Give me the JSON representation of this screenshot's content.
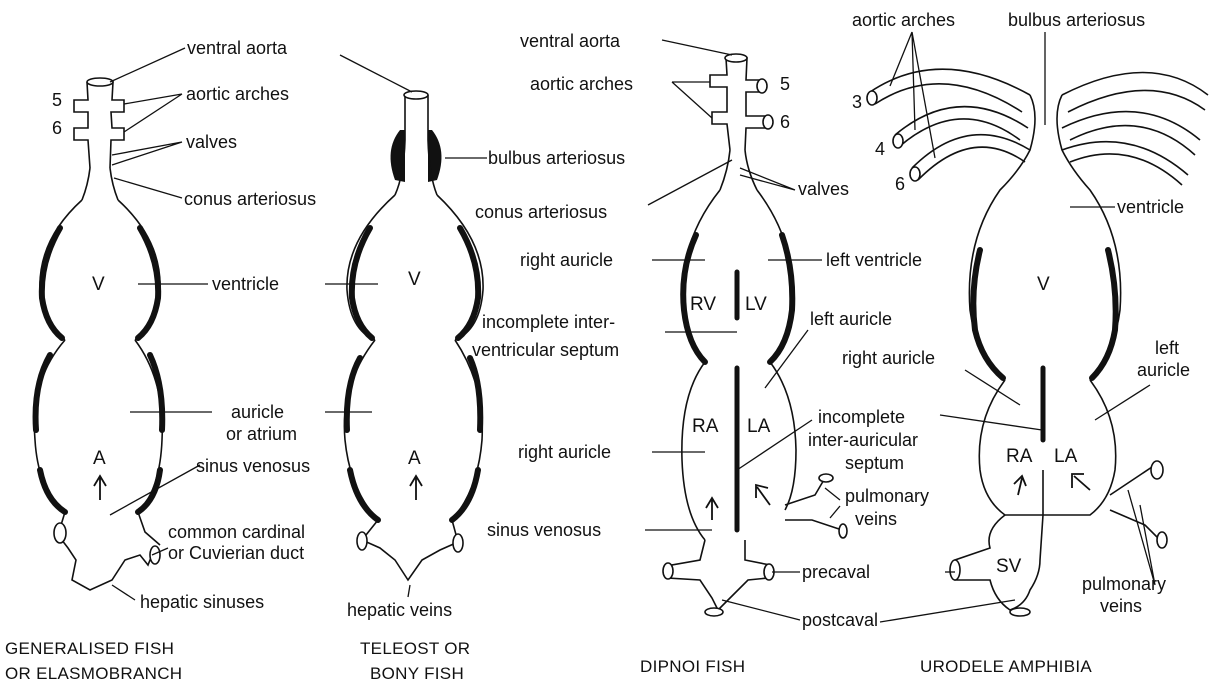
{
  "panels": [
    {
      "caption": [
        "GENERALISED FISH",
        "OR ELASMOBRANCH"
      ],
      "inner": {
        "v": "V",
        "a": "A"
      },
      "numbers": [
        "5",
        "6"
      ],
      "labels": {
        "ventral_aorta": "ventral aorta",
        "aortic_arches": "aortic arches",
        "valves": "valves",
        "conus_arteriosus": "conus arteriosus",
        "ventricle": "ventricle",
        "auricle_1": "auricle",
        "auricle_2": "or atrium",
        "sinus_venosus": "sinus venosus",
        "common_cardinal_1": "common cardinal",
        "common_cardinal_2": "or Cuvierian duct",
        "hepatic_sinuses": "hepatic sinuses"
      }
    },
    {
      "caption": [
        "TELEOST OR",
        "BONY FISH"
      ],
      "inner": {
        "v": "V",
        "a": "A"
      },
      "labels": {
        "bulbus_arteriosus": "bulbus arteriosus",
        "hepatic_veins": "hepatic veins"
      }
    },
    {
      "caption": [
        "DIPNOI FISH"
      ],
      "inner": {
        "rv": "RV",
        "lv": "LV",
        "ra": "RA",
        "la": "LA"
      },
      "numbers": [
        "5",
        "6"
      ],
      "labels": {
        "ventral_aorta": "ventral aorta",
        "aortic_arches": "aortic arches",
        "conus_arteriosus": "conus arteriosus",
        "valves": "valves",
        "right_auricle_top": "right auricle",
        "left_ventricle": "left ventricle",
        "septum_v_1": "incomplete inter-",
        "septum_v_2": "ventricular septum",
        "left_auricle": "left auricle",
        "right_auricle_bottom": "right auricle",
        "septum_a_1": "incomplete",
        "septum_a_2": "inter-auricular",
        "septum_a_3": "septum",
        "sinus_venosus": "sinus venosus",
        "pulmonary_veins_1": "pulmonary",
        "pulmonary_veins_2": "veins",
        "precaval": "precaval",
        "postcaval": "postcaval"
      }
    },
    {
      "caption": [
        "URODELE  AMPHIBIA"
      ],
      "inner": {
        "v": "V",
        "ra": "RA",
        "la": "LA",
        "sv": "SV"
      },
      "numbers": [
        "3",
        "4",
        "6"
      ],
      "labels": {
        "aortic_arches": "aortic arches",
        "bulbus_arteriosus": "bulbus arteriosus",
        "ventricle": "ventricle",
        "left_auricle_1": "left",
        "left_auricle_2": "auricle",
        "right_auricle": "right auricle",
        "pulmonary_veins_1": "pulmonary",
        "pulmonary_veins_2": "veins"
      }
    }
  ]
}
